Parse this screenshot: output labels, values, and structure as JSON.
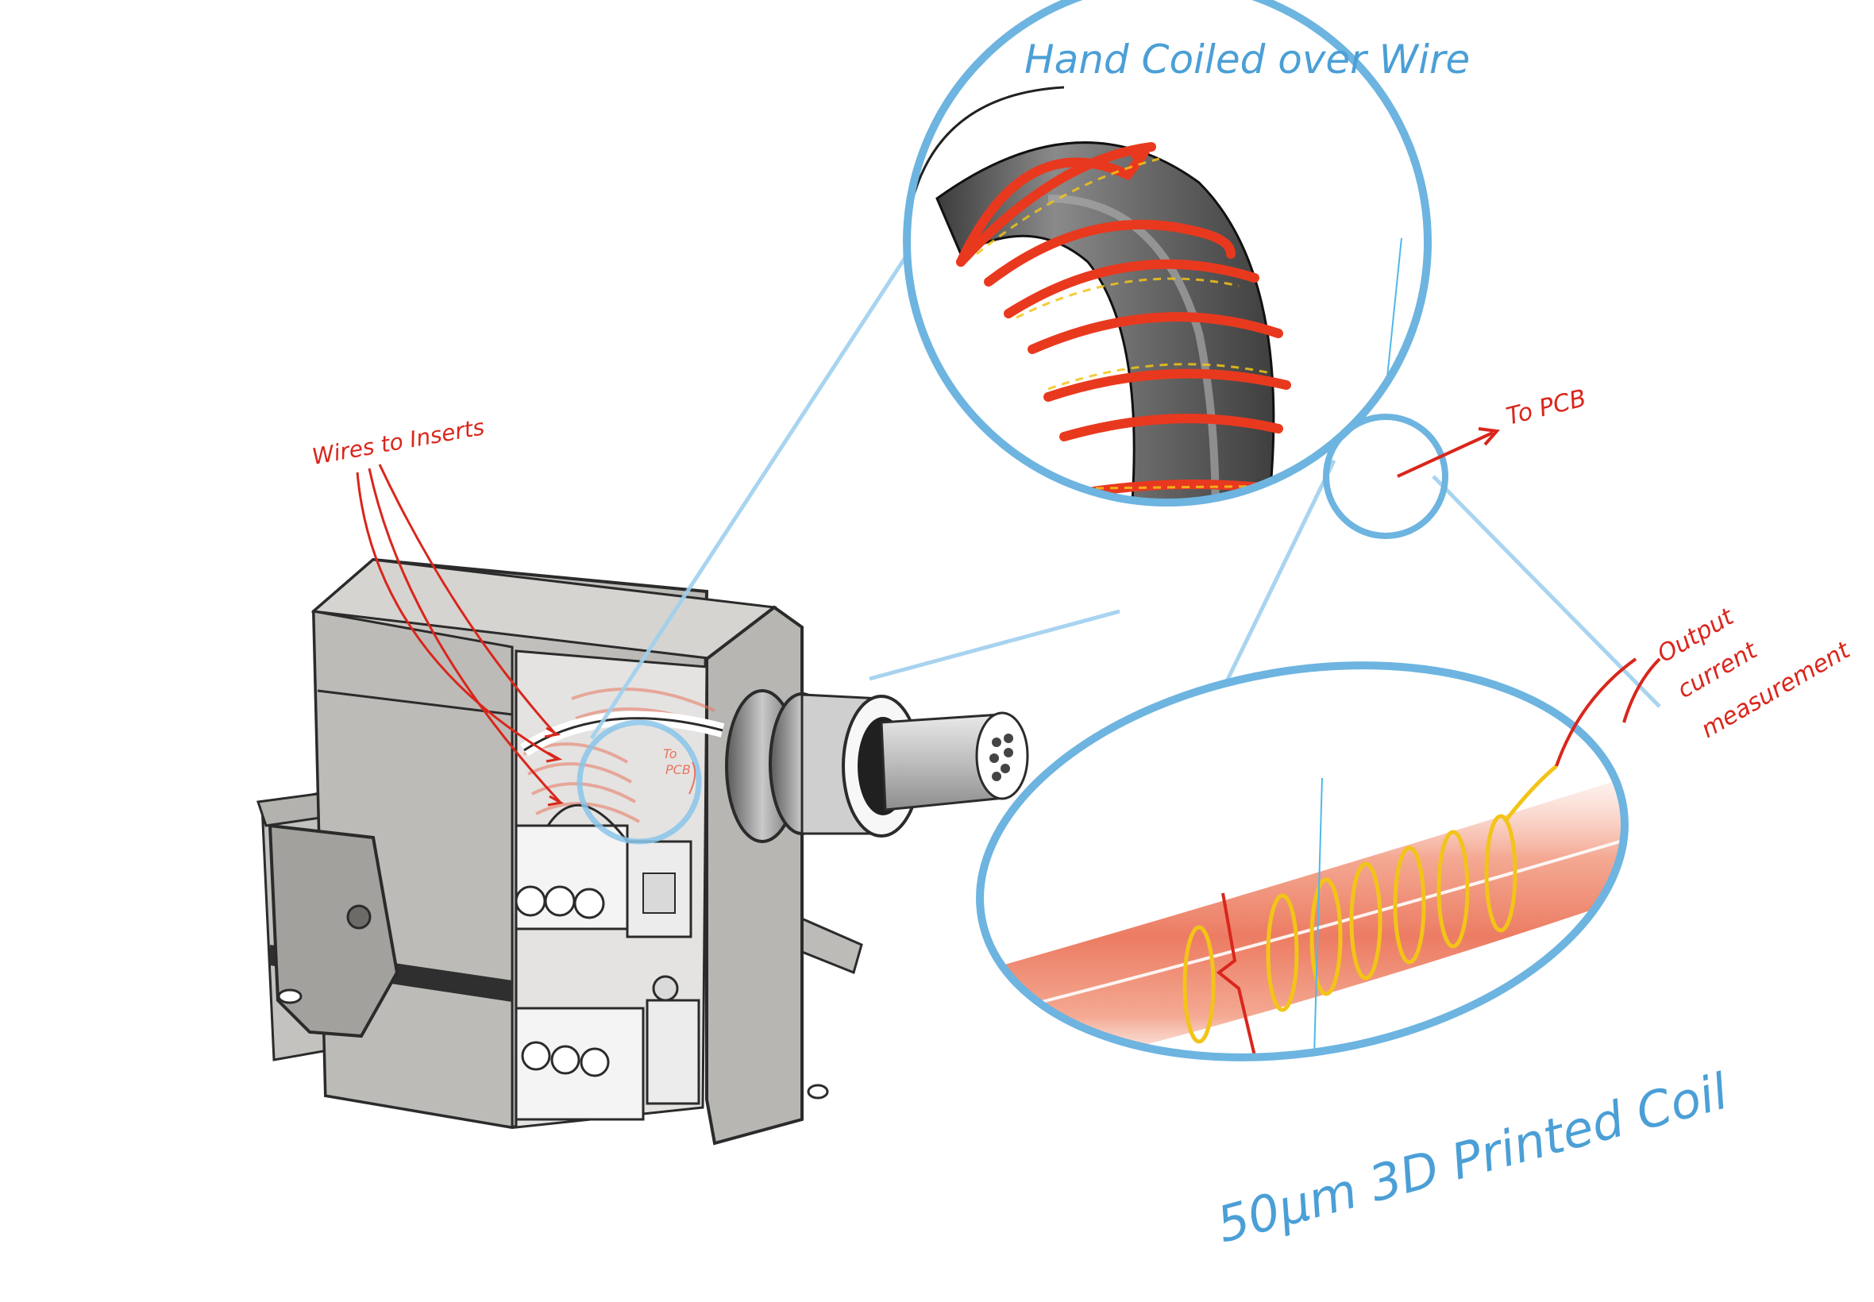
{
  "labels": {
    "hand_coiled": "Hand Coiled over Wire",
    "to_pcb_main": "To PCB",
    "wires_to_inserts": "Wires to Inserts",
    "to_pcb_small_line1": "To",
    "to_pcb_small_line2": "PCB",
    "output_line1": "Output",
    "output_line2": "current",
    "output_line3": "measurement",
    "printed_coil": "50µm 3D Printed Coil"
  },
  "colors": {
    "callout_blue": "#6db4e0",
    "label_blue": "#4b9fd6",
    "annotation_red": "#d9261c",
    "coil_red": "#e8391f",
    "coil_yellow": "#f2c418",
    "housing_gray": "#b9b7b3",
    "cable_dark": "#575757",
    "insert_white": "#f2f2f2"
  },
  "icons": {
    "connector": "heavy-duty-industrial-connector-cutaway",
    "cable_gland": "cable-gland",
    "coil_wire": "hand-wound-coil-on-wire",
    "printed_coil": "3d-printed-coil-on-conductor"
  }
}
